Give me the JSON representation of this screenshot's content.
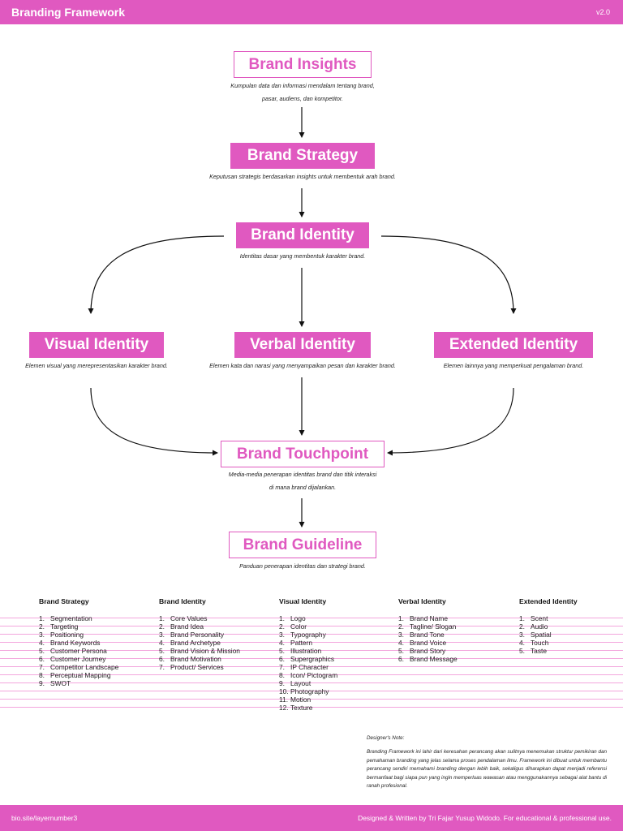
{
  "header": {
    "title": "Branding Framework",
    "version": "v2.0"
  },
  "footer": {
    "left": "bio.site/layernumber3",
    "right": "Designed & Written by Tri Fajar Yusup Widodo. For educational & professional use."
  },
  "nodes": {
    "insights": {
      "label": "Brand Insights",
      "desc": [
        "Kumpulan data dan informasi mendalam tentang brand,",
        "pasar, audiens, dan kompetitor."
      ]
    },
    "strategy": {
      "label": "Brand Strategy",
      "desc": [
        "Keputusan strategis berdasarkan insights untuk membentuk arah brand."
      ]
    },
    "identity": {
      "label": "Brand Identity",
      "desc": [
        "Identitas dasar yang membentuk karakter brand."
      ]
    },
    "visual": {
      "label": "Visual Identity",
      "desc": [
        "Elemen visual yang merepresentasikan karakter brand."
      ]
    },
    "verbal": {
      "label": "Verbal Identity",
      "desc": [
        "Elemen kata dan narasi yang menyampaikan pesan dan karakter brand."
      ]
    },
    "extended": {
      "label": "Extended Identity",
      "desc": [
        "Elemen lainnya yang memperkuat pengalaman brand."
      ]
    },
    "touchpoint": {
      "label": "Brand Touchpoint",
      "desc": [
        "Media-media penerapan identitas brand dan titik interaksi",
        "di mana brand dijalankan."
      ]
    },
    "guideline": {
      "label": "Brand Guideline",
      "desc": [
        "Panduan penerapan identitas dan strategi brand."
      ]
    }
  },
  "columns": [
    {
      "title": "Brand Strategy",
      "items": [
        "Segmentation",
        "Targeting",
        "Positioning",
        "Brand Keywords",
        "Customer Persona",
        "Customer Journey",
        "Competitor Landscape",
        "Perceptual Mapping",
        "SWOT"
      ]
    },
    {
      "title": "Brand Identity",
      "items": [
        "Core Values",
        "Brand Idea",
        "Brand Personality",
        "Brand Archetype",
        "Brand Vision & Mission",
        "Brand Motivation",
        "Product/ Services"
      ]
    },
    {
      "title": "Visual Identity",
      "items": [
        "Logo",
        "Color",
        "Typography",
        "Pattern",
        "Illustration",
        "Supergraphics",
        "IP Character",
        "Icon/ Pictogram",
        "Layout",
        "Photography",
        "Motion",
        "Texture"
      ]
    },
    {
      "title": "Verbal Identity",
      "items": [
        "Brand Name",
        "Tagline/ Slogan",
        "Brand Tone",
        "Brand Voice",
        "Brand Story",
        "Brand Message"
      ]
    },
    {
      "title": "Extended Identity",
      "items": [
        "Scent",
        "Audio",
        "Spatial",
        "Touch",
        "Taste"
      ]
    }
  ],
  "note": {
    "heading": "Designer's Note:",
    "body": "Branding Framework ini lahir dari keresahan perancang akan sulitnya menemukan struktur pemikiran dan pemahaman branding yang jelas selama proses pendalaman ilmu. Framework ini dibuat untuk membantu perancang sendiri memahami branding dengan lebih baik, sekaligus diharapkan dapat menjadi referensi bermanfaat bagi siapa pun yang ingin memperluas wawasan atau menggunakannya sebagai alat bantu di ranah profesional."
  },
  "colors": {
    "accent": "#e059c0",
    "rule_lines": "#f3a6dd",
    "text": "#222222"
  }
}
